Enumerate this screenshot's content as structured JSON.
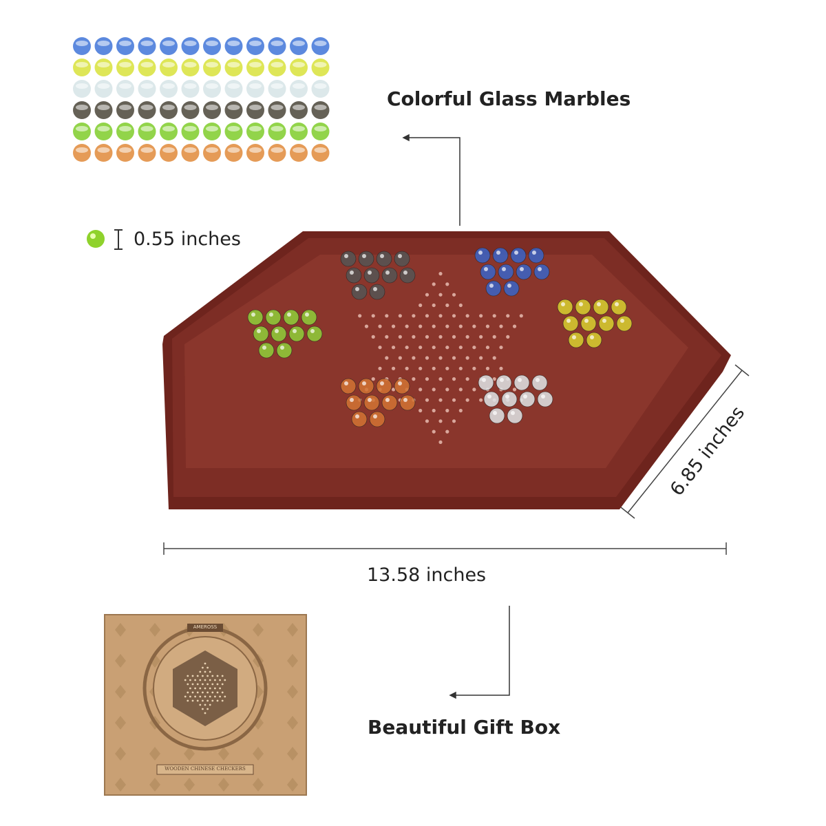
{
  "labels": {
    "marbles": "Colorful Glass Marbles",
    "marble_size": "0.55 inches",
    "depth": "6.85 inches",
    "width": "13.58 inches",
    "gift_box": "Beautiful Gift Box"
  },
  "gift_box": {
    "brand": "AMEROSS",
    "title": "WOODEN CHINESE CHECKERS"
  },
  "marble_rows": [
    {
      "color": "#3f74d8",
      "name": "blue"
    },
    {
      "color": "#d8e23a",
      "name": "yellow"
    },
    {
      "color": "#d6e4e6",
      "name": "white"
    },
    {
      "color": "#4a4538",
      "name": "black"
    },
    {
      "color": "#7fcc2a",
      "name": "green"
    },
    {
      "color": "#e08a3a",
      "name": "orange"
    }
  ],
  "marbles_per_row": 12,
  "colors": {
    "board": "#7a2a22",
    "board_inner": "#8e3a30",
    "box": "#c9a074"
  }
}
